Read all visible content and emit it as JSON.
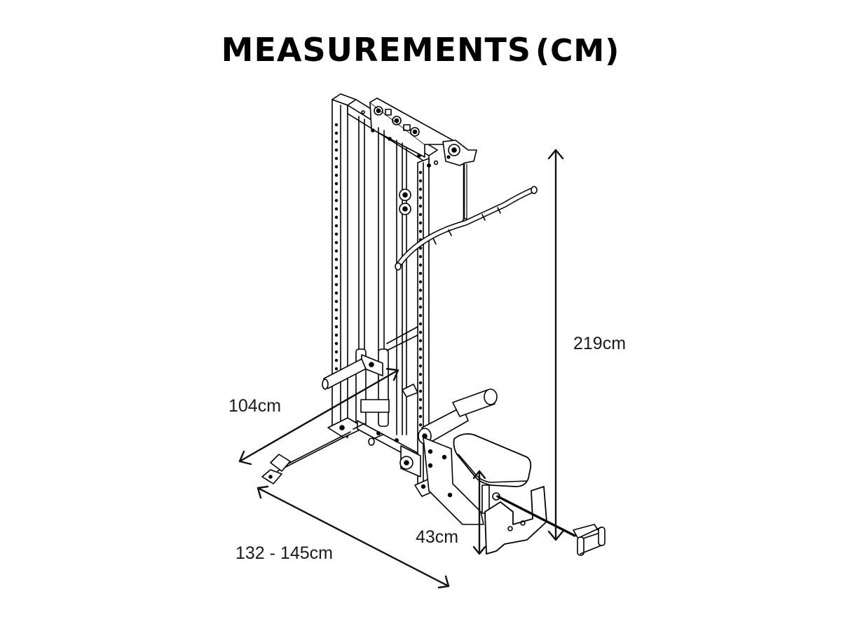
{
  "title": {
    "main": "MEASUREMENTS",
    "unit": "(CM)"
  },
  "dimensions": {
    "height": {
      "label": "219cm",
      "axis": "vertical"
    },
    "depth": {
      "label": "104cm",
      "axis": "diagonal-left"
    },
    "length": {
      "label": "132 - 145cm",
      "axis": "diagonal-base"
    },
    "seat_height": {
      "label": "43cm",
      "axis": "vertical-seat"
    }
  },
  "colors": {
    "ink": "#000000",
    "background": "#ffffff"
  },
  "illustration": {
    "subject": "lat pulldown / low row cable machine with seat"
  }
}
